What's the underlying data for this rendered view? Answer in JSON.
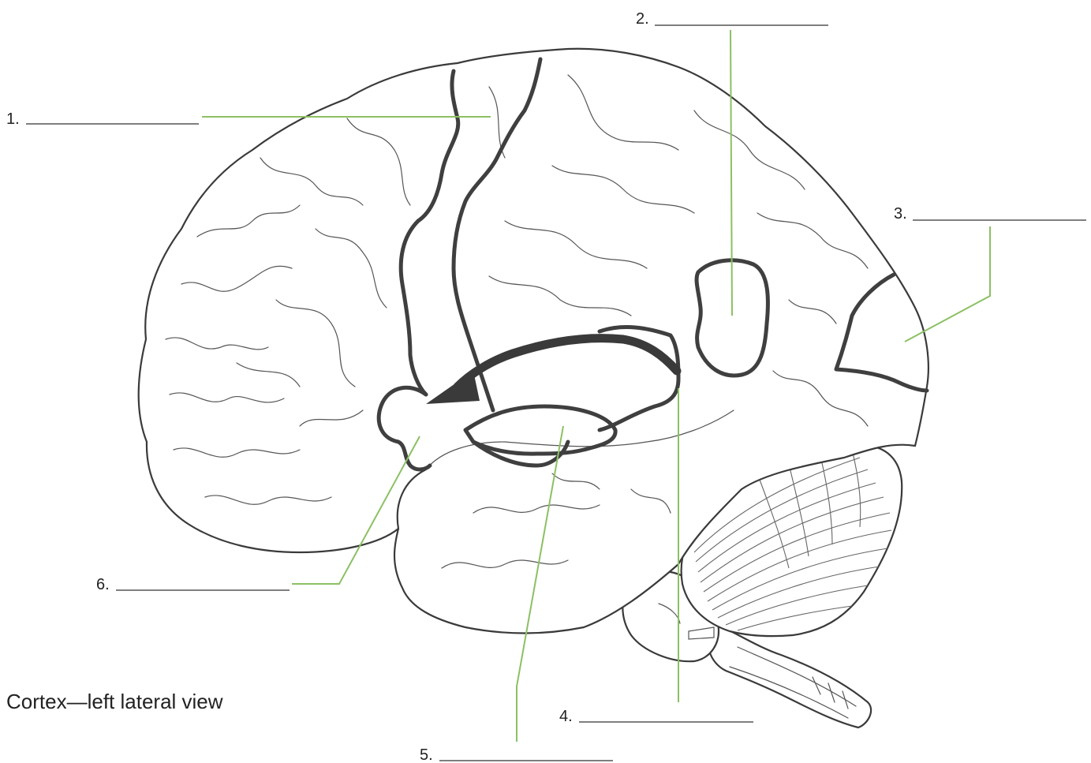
{
  "caption": "Cortex—left lateral view",
  "labels": [
    {
      "number": "1.",
      "answer": ""
    },
    {
      "number": "2.",
      "answer": ""
    },
    {
      "number": "3.",
      "answer": ""
    },
    {
      "number": "4.",
      "answer": ""
    },
    {
      "number": "5.",
      "answer": ""
    },
    {
      "number": "6.",
      "answer": ""
    }
  ],
  "colors": {
    "leader_line": "#8cc063",
    "outline": "#3a3a3a",
    "region_border": "#3f3f3f",
    "background": "#ffffff"
  }
}
